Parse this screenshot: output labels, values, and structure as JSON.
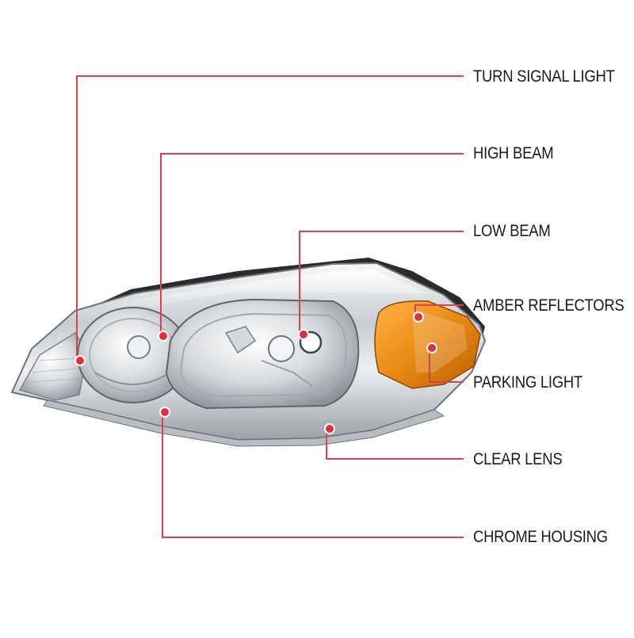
{
  "diagram": {
    "subject": "headlight",
    "accent_color": "#e0313b",
    "line_color": "#d9434c",
    "labels": {
      "turn_signal_light": "TURN SIGNAL LIGHT",
      "high_beam": "HIGH BEAM",
      "low_beam": "LOW BEAM",
      "amber_reflectors": "AMBER REFLECTORS",
      "parking_light": "PARKING LIGHT",
      "clear_lens": "CLEAR LENS",
      "chrome_housing": "CHROME HOUSING"
    }
  }
}
